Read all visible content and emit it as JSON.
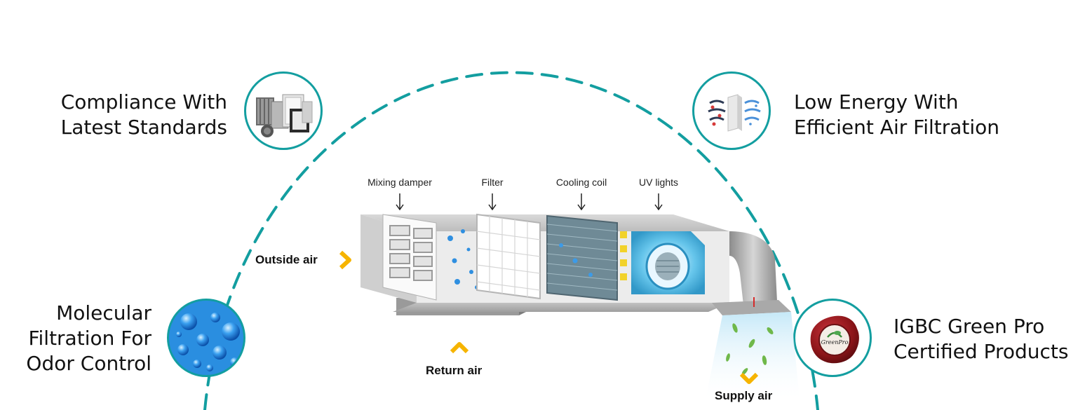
{
  "features": {
    "compliance": {
      "line1": "Compliance With",
      "line2": "Latest Standards",
      "icon": "filter-products-icon"
    },
    "low_energy": {
      "line1": "Low Energy With",
      "line2": "Efficient Air Filtration",
      "icon": "air-flow-filter-icon"
    },
    "molecular": {
      "line1": "Molecular",
      "line2": "Filtration For",
      "line3": "Odor Control",
      "icon": "water-bubbles-icon"
    },
    "igbc": {
      "line1": "IGBC Green Pro",
      "line2": "Certified Products",
      "icon": "greenpro-seal-icon",
      "seal_text": "GreenPro"
    }
  },
  "components": {
    "mixing_damper": "Mixing damper",
    "filter": "Filter",
    "cooling_coil": "Cooling coil",
    "uv_lights": "UV lights"
  },
  "airflow": {
    "outside": "Outside air",
    "return": "Return air",
    "supply": "Supply air"
  },
  "colors": {
    "accent_teal": "#139ea0",
    "arrow_yellow": "#f6b400",
    "seal_red": "#8a1418"
  }
}
